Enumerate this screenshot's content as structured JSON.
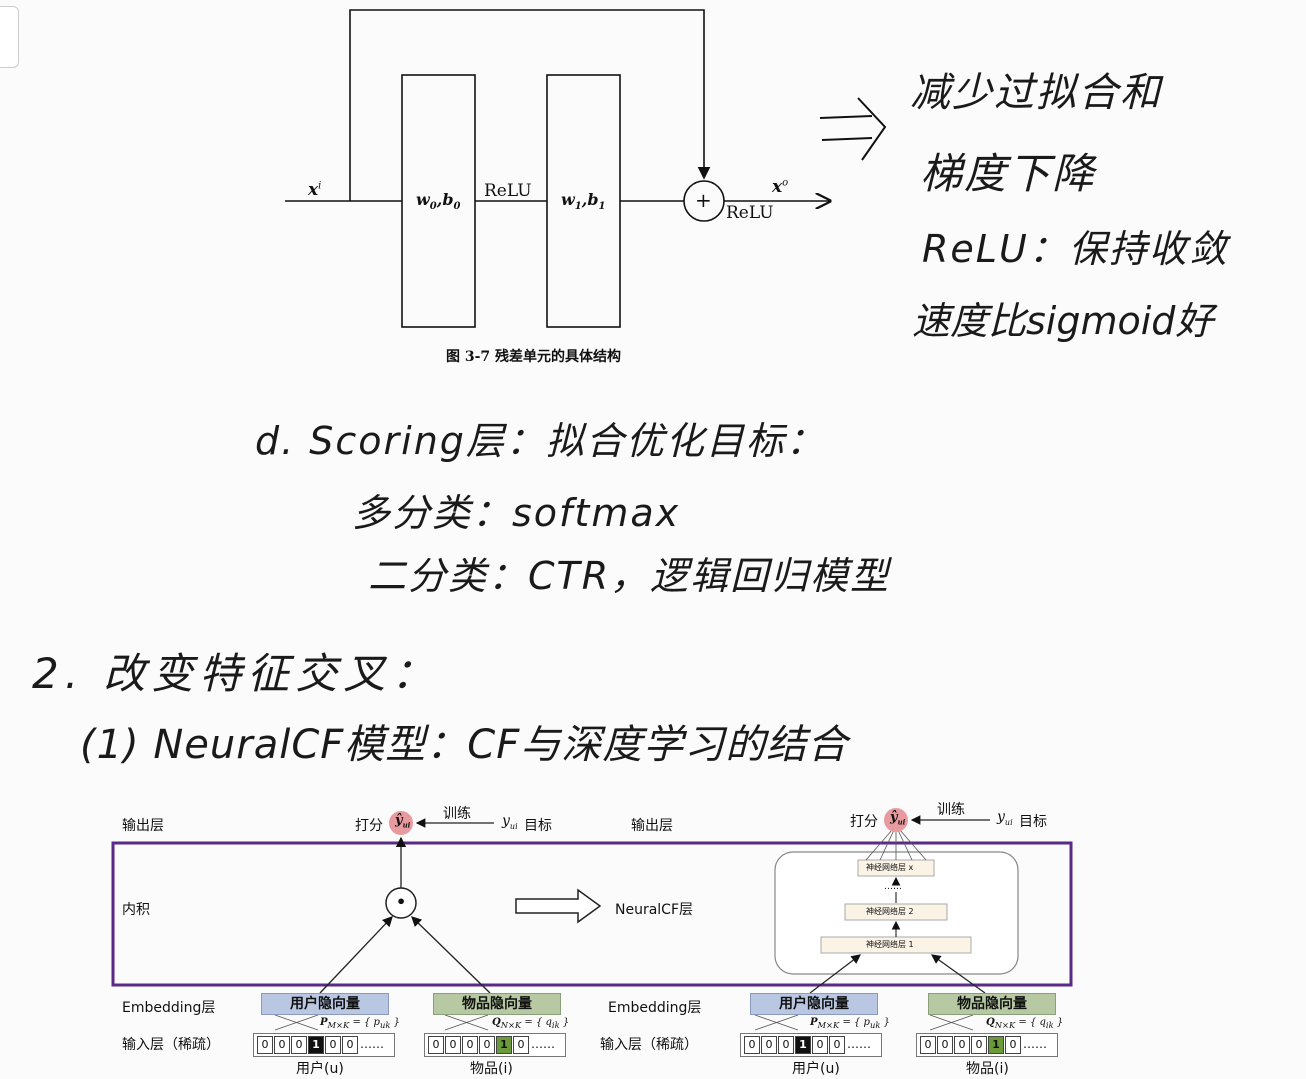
{
  "residual": {
    "x_in": "x",
    "x_in_sup": "i",
    "w0": "w",
    "w0_sub": "0",
    "b0": "b",
    "b0_sub": "0",
    "relu_mid": "ReLU",
    "w1": "w",
    "w1_sub": "1",
    "b1": "b",
    "b1_sub": "1",
    "plus": "+",
    "x_out": "x",
    "x_out_sup": "o",
    "relu_out": "ReLU",
    "caption": "图 3-7   残差单元的具体结构"
  },
  "notes": {
    "arrow": "⟹",
    "line1": "减少过拟合和",
    "line2": "梯度下降",
    "line3": "ReLU：保持收敛",
    "line4": "速度比sigmoid好",
    "d_line": "d. Scoring层：拟合优化目标：",
    "multi": "多分类：softmax",
    "binary": "二分类：CTR，逻辑回归模型",
    "section2": "2. 改变特征交叉：",
    "neuralcf": "(1) NeuralCF模型：CF与深度学习的结合"
  },
  "ncf": {
    "left": {
      "output_layer": "输出层",
      "score": "打分",
      "yhat": "ŷ",
      "yhat_sub": "ui",
      "train": "训练",
      "target_y": "y",
      "target_sub": "ui",
      "target": "目标",
      "inner": "内积",
      "dot": "•",
      "emb_layer": "Embedding层",
      "user_vec": "用户隐向量",
      "item_vec": "物品隐向量",
      "p_formula": "P",
      "p_sub": "M×K",
      "p_rhs": "= { p",
      "p_rhs_sub": "uk",
      "q_formula": "Q",
      "q_sub": "N×K",
      "q_rhs": "= { q",
      "q_rhs_sub": "ik",
      "input_layer": "输入层（稀疏）",
      "user_cells": [
        "0",
        "0",
        "0",
        "1",
        "0",
        "0",
        "……"
      ],
      "item_cells": [
        "0",
        "0",
        "0",
        "0",
        "1",
        "0",
        "……"
      ],
      "user": "用户(u)",
      "item": "物品(i)"
    },
    "mid_arrow": "⇨",
    "right": {
      "output_layer": "输出层",
      "score": "打分",
      "yhat": "ŷ",
      "yhat_sub": "ui",
      "train": "训练",
      "target_y": "y",
      "target_sub": "ui",
      "target": "目标",
      "ncf_layer": "NeuralCF层",
      "nn_x": "神经网络层 x",
      "dots": "……",
      "nn_2": "神经网络层 2",
      "nn_1": "神经网络层 1",
      "emb_layer": "Embedding层",
      "user_vec": "用户隐向量",
      "item_vec": "物品隐向量",
      "input_layer": "输入层（稀疏）",
      "user_cells": [
        "0",
        "0",
        "0",
        "1",
        "0",
        "0",
        "……"
      ],
      "item_cells": [
        "0",
        "0",
        "0",
        "0",
        "1",
        "0",
        "……"
      ],
      "user": "用户(u)",
      "item": "物品(i)"
    },
    "colors": {
      "frame": "#5a2a86",
      "user_vec_bg": "#b9c7e3",
      "item_vec_bg": "#b6c9a3",
      "score_circle": "#e79a9f",
      "active_user": "#111111",
      "active_item": "#6a9a3a"
    }
  }
}
